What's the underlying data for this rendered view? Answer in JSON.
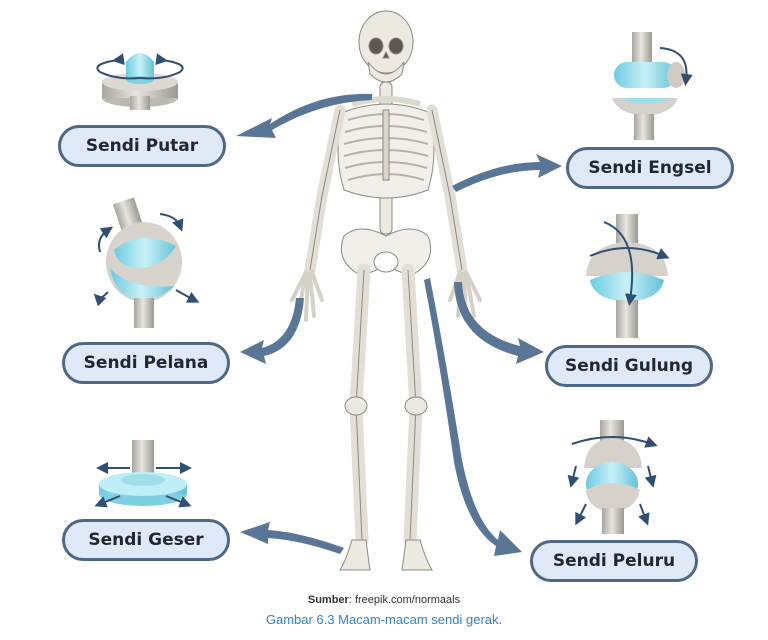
{
  "labels": {
    "putar": "Sendi Putar",
    "engsel": "Sendi Engsel",
    "pelana": "Sendi Pelana",
    "gulung": "Sendi Gulung",
    "geser": "Sendi Geser",
    "peluru": "Sendi Peluru"
  },
  "source": {
    "prefix": "Sumber",
    "text": ": freepik.com/normaals"
  },
  "caption": "Gambar 6.3 Macam-macam sendi gerak.",
  "colors": {
    "pill_fill": "#dfe9f7",
    "pill_border": "#4f6885",
    "arrow": "#5a7696",
    "joint_gray": "#cfcbc4",
    "joint_cyan": "#a9e3ee",
    "bone": "#ebe8df",
    "caption": "#2e86c8"
  }
}
